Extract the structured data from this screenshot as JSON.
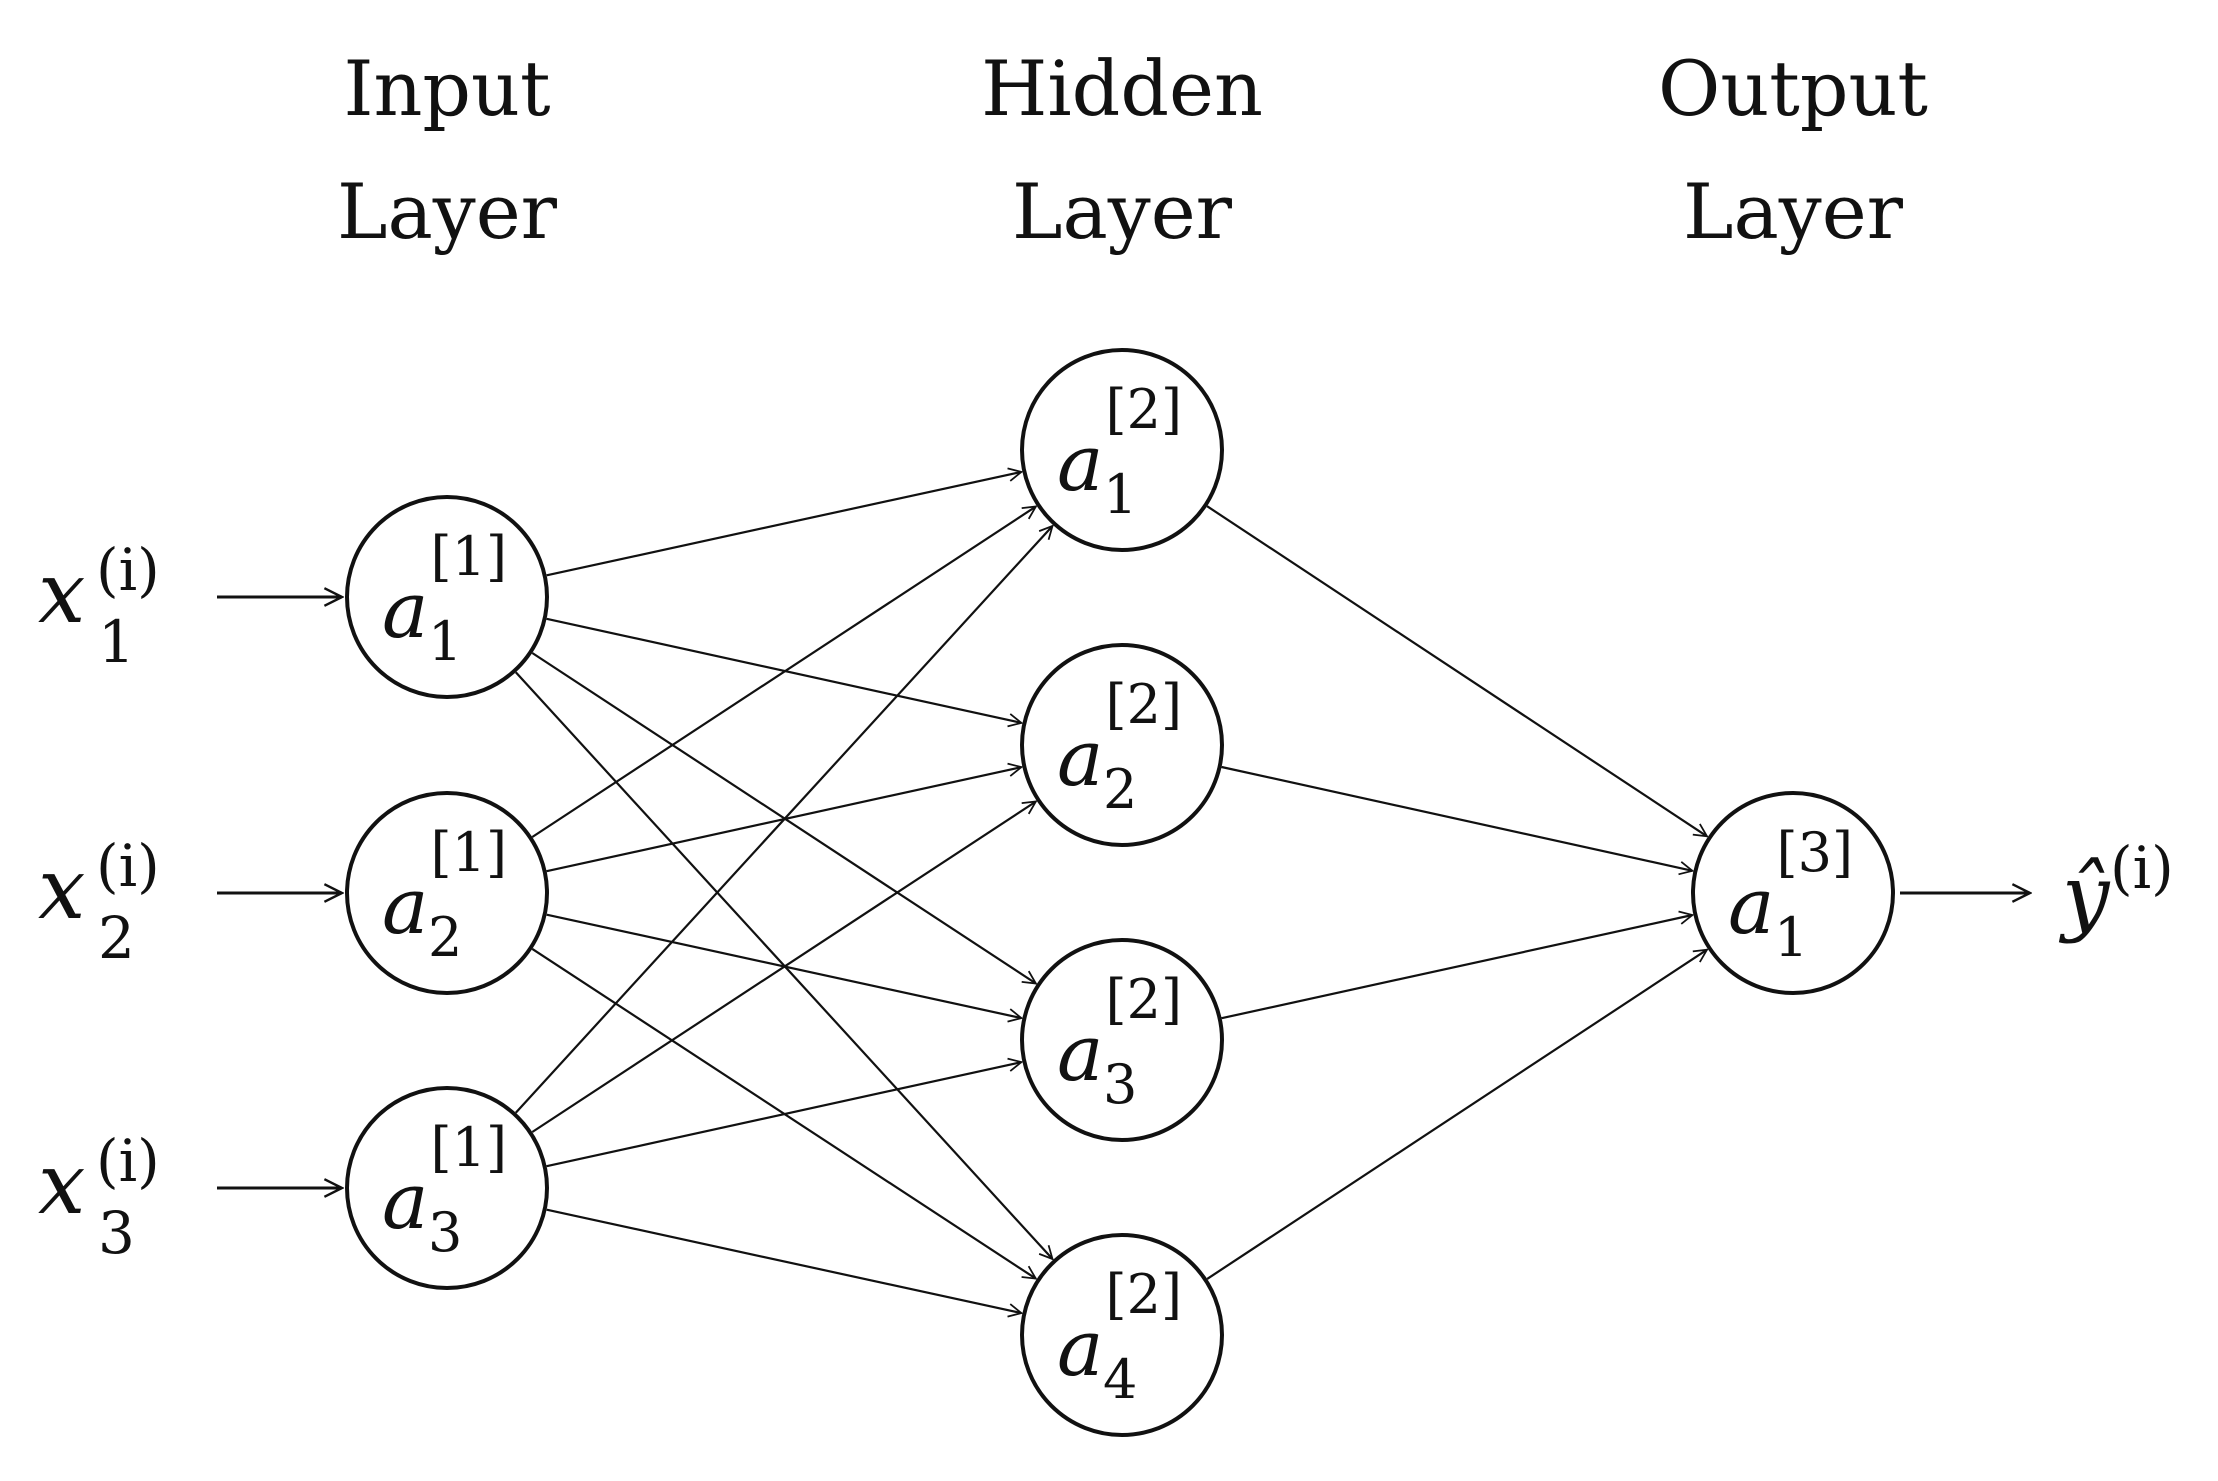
{
  "layers": [
    {
      "id": "input",
      "heading_line1": "Input",
      "heading_line2": "Layer"
    },
    {
      "id": "hidden",
      "heading_line1": "Hidden",
      "heading_line2": "Layer"
    },
    {
      "id": "output",
      "heading_line1": "Output",
      "heading_line2": "Layer"
    }
  ],
  "nodes": [
    {
      "id": "a1_1",
      "layer": "input",
      "base": "a",
      "sub": "1",
      "sup": "[1]"
    },
    {
      "id": "a1_2",
      "layer": "input",
      "base": "a",
      "sub": "2",
      "sup": "[1]"
    },
    {
      "id": "a1_3",
      "layer": "input",
      "base": "a",
      "sub": "3",
      "sup": "[1]"
    },
    {
      "id": "a2_1",
      "layer": "hidden",
      "base": "a",
      "sub": "1",
      "sup": "[2]"
    },
    {
      "id": "a2_2",
      "layer": "hidden",
      "base": "a",
      "sub": "2",
      "sup": "[2]"
    },
    {
      "id": "a2_3",
      "layer": "hidden",
      "base": "a",
      "sub": "3",
      "sup": "[2]"
    },
    {
      "id": "a2_4",
      "layer": "hidden",
      "base": "a",
      "sub": "4",
      "sup": "[2]"
    },
    {
      "id": "a3_1",
      "layer": "output",
      "base": "a",
      "sub": "1",
      "sup": "[3]"
    }
  ],
  "inputs": [
    {
      "id": "x1",
      "base": "x",
      "sub": "1",
      "sup": "(i)",
      "target": "a1_1"
    },
    {
      "id": "x2",
      "base": "x",
      "sub": "2",
      "sup": "(i)",
      "target": "a1_2"
    },
    {
      "id": "x3",
      "base": "x",
      "sub": "3",
      "sup": "(i)",
      "target": "a1_3"
    }
  ],
  "output": {
    "id": "y_hat",
    "base": "ŷ",
    "sup": "(i)",
    "source": "a3_1"
  },
  "connections": "fully-connected between consecutive layers"
}
